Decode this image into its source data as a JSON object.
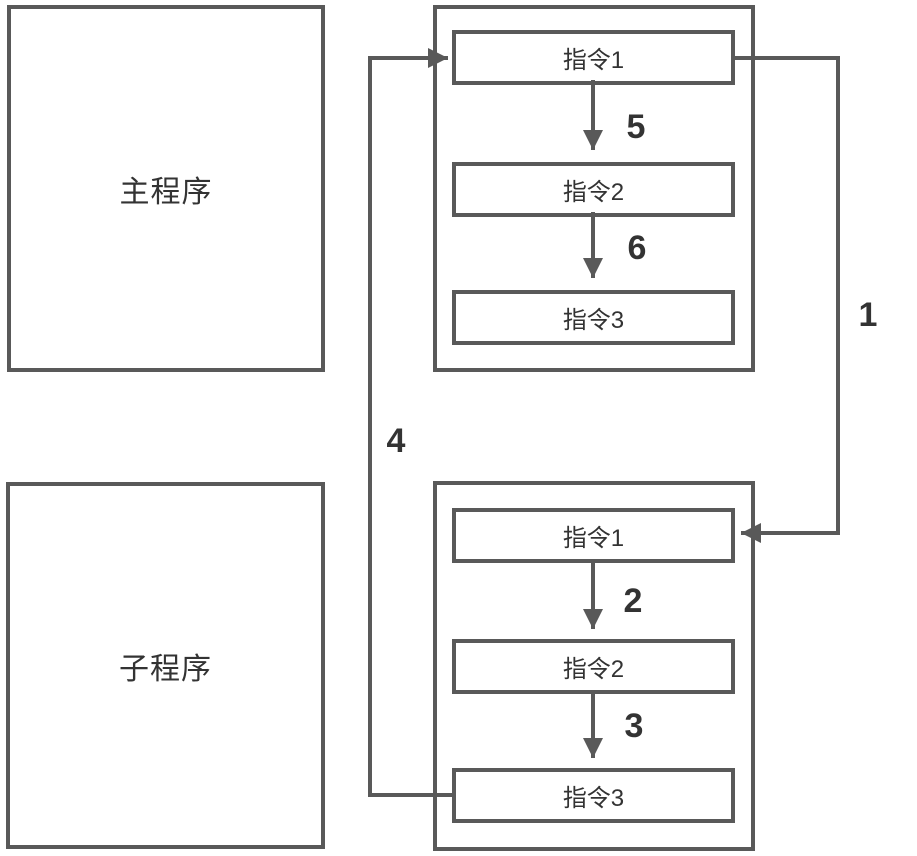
{
  "colors": {
    "line": "#595959",
    "text": "#333333",
    "background": "#ffffff"
  },
  "blocks": {
    "main_program": {
      "label": "主程序"
    },
    "sub_program": {
      "label": "子程序"
    }
  },
  "main_instruction_group": {
    "instructions": [
      "指令1",
      "指令2",
      "指令3"
    ]
  },
  "sub_instruction_group": {
    "instructions": [
      "指令1",
      "指令2",
      "指令3"
    ]
  },
  "flow_steps": {
    "call_to_sub": "1",
    "sub_step_1_to_2": "2",
    "sub_step_2_to_3": "3",
    "return_to_main": "4",
    "main_step_1_to_2": "5",
    "main_step_2_to_3": "6"
  }
}
